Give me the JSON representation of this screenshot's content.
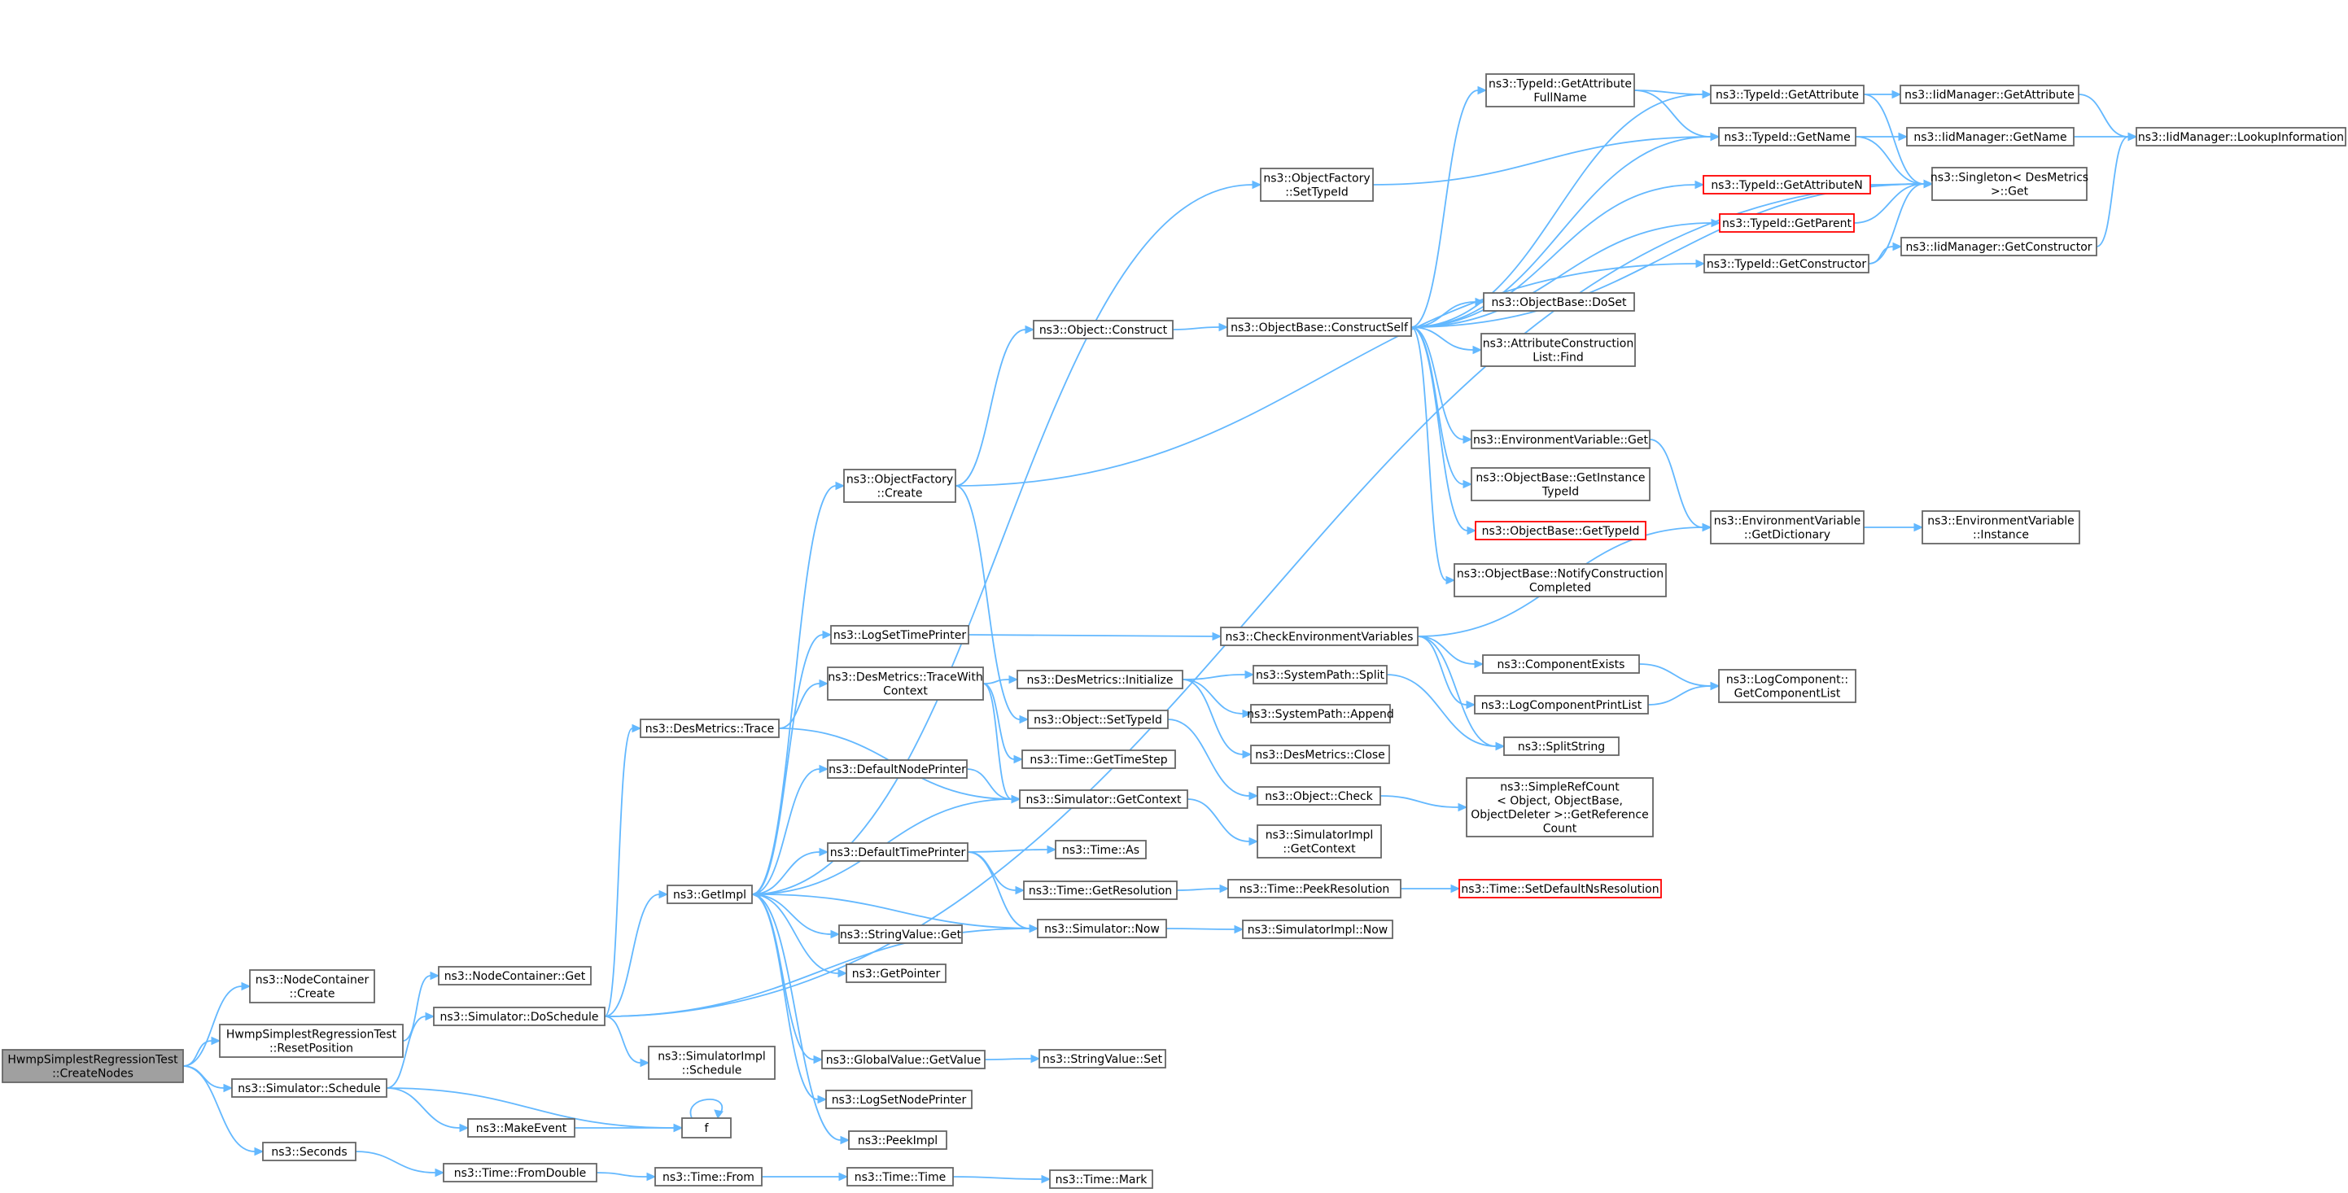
{
  "colors": {
    "edge": "#63b8ff",
    "node_border": "#666666",
    "root_fill": "#a0a0a0",
    "missing_border": "#ff0000"
  },
  "nodes": {
    "root": [
      "HwmpSimplestRegressionTest",
      "::CreateNodes"
    ],
    "nc_create": [
      "ns3::NodeContainer",
      "::Create"
    ],
    "reset_pos": [
      "HwmpSimplestRegressionTest",
      "::ResetPosition"
    ],
    "sim_schedule": [
      "ns3::Simulator::Schedule"
    ],
    "seconds": [
      "ns3::Seconds"
    ],
    "nc_get": [
      "ns3::NodeContainer::Get"
    ],
    "sim_doschedule": [
      "ns3::Simulator::DoSchedule"
    ],
    "time_fromdouble": [
      "ns3::Time::FromDouble"
    ],
    "make_event": [
      "ns3::MakeEvent"
    ],
    "f": [
      "f"
    ],
    "des_trace": [
      "ns3::DesMetrics::Trace"
    ],
    "get_impl": [
      "ns3::GetImpl"
    ],
    "simimpl_schedule": [
      "ns3::SimulatorImpl",
      "::Schedule"
    ],
    "time_from": [
      "ns3::Time::From"
    ],
    "time_time": [
      "ns3::Time::Time"
    ],
    "time_mark": [
      "ns3::Time::Mark"
    ],
    "of_create": [
      "ns3::ObjectFactory",
      "::Create"
    ],
    "log_set_time": [
      "ns3::LogSetTimePrinter"
    ],
    "des_tracewith": [
      "ns3::DesMetrics::TraceWith",
      "Context"
    ],
    "default_node": [
      "ns3::DefaultNodePrinter"
    ],
    "default_time": [
      "ns3::DefaultTimePrinter"
    ],
    "stringvalue_get": [
      "ns3::StringValue::Get"
    ],
    "get_pointer": [
      "ns3::GetPointer"
    ],
    "gv_getvalue": [
      "ns3::GlobalValue::GetValue"
    ],
    "log_set_node": [
      "ns3::LogSetNodePrinter"
    ],
    "peek_impl": [
      "ns3::PeekImpl"
    ],
    "of_settypeid": [
      "ns3::ObjectFactory",
      "::SetTypeId"
    ],
    "obj_construct": [
      "ns3::Object::Construct"
    ],
    "des_initialize": [
      "ns3::DesMetrics::Initialize"
    ],
    "obj_settypeid": [
      "ns3::Object::SetTypeId"
    ],
    "time_gettimestep": [
      "ns3::Time::GetTimeStep"
    ],
    "sim_getcontext": [
      "ns3::Simulator::GetContext"
    ],
    "time_as": [
      "ns3::Time::As"
    ],
    "time_getres": [
      "ns3::Time::GetResolution"
    ],
    "sim_now": [
      "ns3::Simulator::Now"
    ],
    "stringvalue_set": [
      "ns3::StringValue::Set"
    ],
    "ob_constructself": [
      "ns3::ObjectBase::ConstructSelf"
    ],
    "check_env": [
      "ns3::CheckEnvironmentVariables"
    ],
    "sp_split": [
      "ns3::SystemPath::Split"
    ],
    "sp_append": [
      "ns3::SystemPath::Append"
    ],
    "des_close": [
      "ns3::DesMetrics::Close"
    ],
    "obj_check": [
      "ns3::Object::Check"
    ],
    "simimpl_getcontext": [
      "ns3::SimulatorImpl",
      "::GetContext"
    ],
    "time_peekres": [
      "ns3::Time::PeekResolution"
    ],
    "simimpl_now": [
      "ns3::SimulatorImpl::Now"
    ],
    "tid_getattrfull": [
      "ns3::TypeId::GetAttribute",
      "FullName"
    ],
    "ob_doset": [
      "ns3::ObjectBase::DoSet"
    ],
    "acl_find": [
      "ns3::AttributeConstruction",
      "List::Find"
    ],
    "env_get": [
      "ns3::EnvironmentVariable::Get"
    ],
    "ob_getinstance": [
      "ns3::ObjectBase::GetInstance",
      "TypeId"
    ],
    "ob_gettypeid": [
      "ns3::ObjectBase::GetTypeId"
    ],
    "ob_notify": [
      "ns3::ObjectBase::NotifyConstruction",
      "Completed"
    ],
    "comp_exists": [
      "ns3::ComponentExists"
    ],
    "log_comp_printlist": [
      "ns3::LogComponentPrintList"
    ],
    "split_string": [
      "ns3::SplitString"
    ],
    "simple_refcount": [
      "ns3::SimpleRefCount",
      "< Object, ObjectBase,",
      "ObjectDeleter >::GetReference",
      "Count"
    ],
    "time_setdefault": [
      "ns3::Time::SetDefaultNsResolution"
    ],
    "tid_getattribute": [
      "ns3::TypeId::GetAttribute"
    ],
    "tid_getname": [
      "ns3::TypeId::GetName"
    ],
    "tid_getattributen": [
      "ns3::TypeId::GetAttributeN"
    ],
    "tid_getparent": [
      "ns3::TypeId::GetParent"
    ],
    "tid_getconstructor": [
      "ns3::TypeId::GetConstructor"
    ],
    "env_getdict": [
      "ns3::EnvironmentVariable",
      "::GetDictionary"
    ],
    "logcomp_getlist": [
      "ns3::LogComponent::",
      "GetComponentList"
    ],
    "iid_getattribute": [
      "ns3::IidManager::GetAttribute"
    ],
    "iid_getname": [
      "ns3::IidManager::GetName"
    ],
    "singleton_get": [
      "ns3::Singleton< DesMetrics",
      ">::Get"
    ],
    "iid_getconstructor": [
      "ns3::IidManager::GetConstructor"
    ],
    "env_instance": [
      "ns3::EnvironmentVariable",
      "::Instance"
    ],
    "iid_lookup": [
      "ns3::IidManager::LookupInformation"
    ]
  }
}
